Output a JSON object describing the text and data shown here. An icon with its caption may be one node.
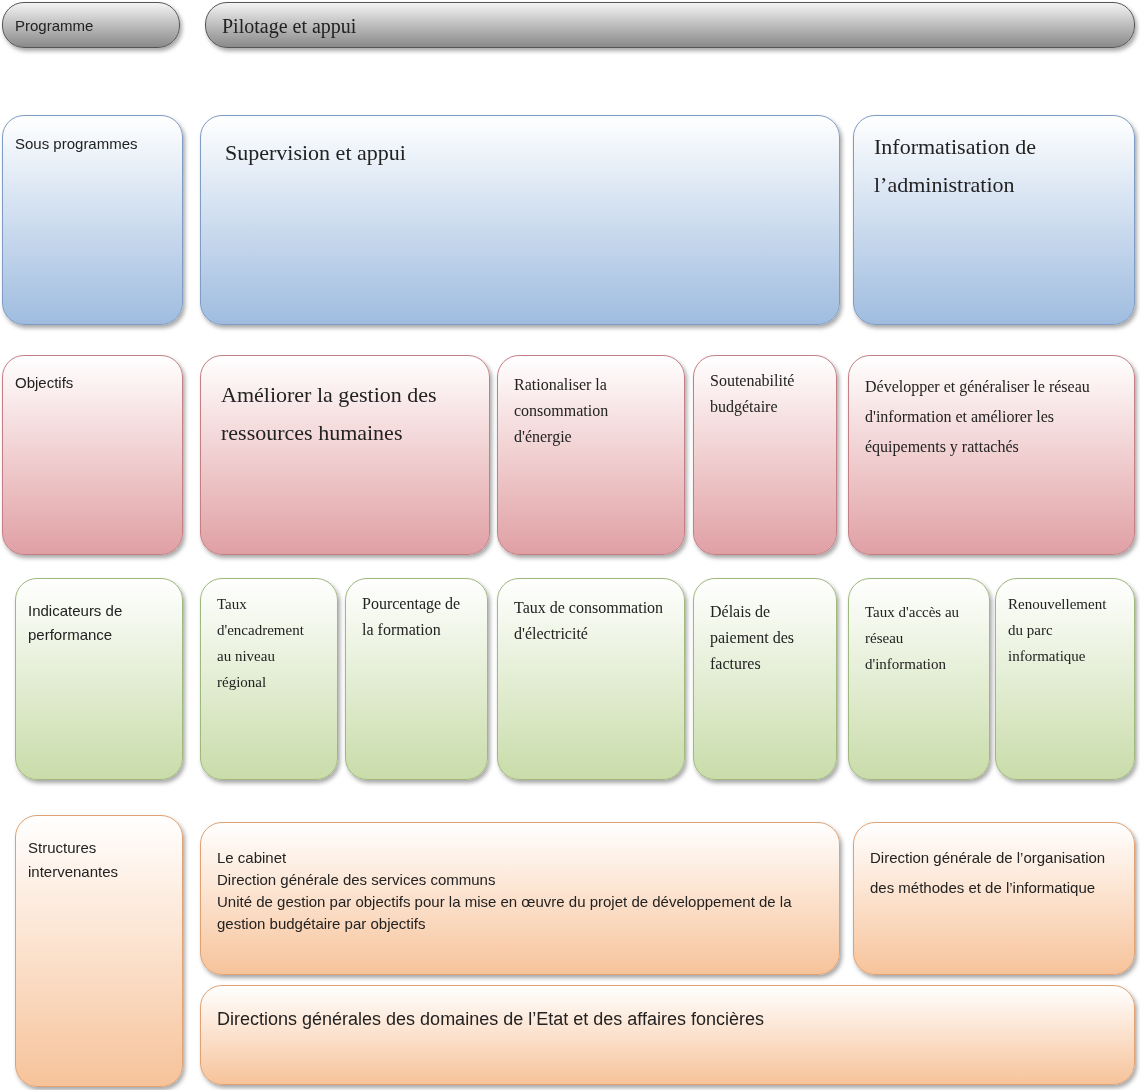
{
  "diagram": {
    "nodes": [
      {
        "text": [
          "Programme"
        ]
      },
      {
        "text": [
          "Pilotage et appui"
        ]
      },
      {
        "text": [
          "Sous programmes"
        ]
      },
      {
        "text": [
          "Supervision et appui"
        ]
      },
      {
        "text": [
          "Informatisation de l’administration"
        ]
      },
      {
        "text": [
          "Objectifs"
        ]
      },
      {
        "text": [
          "Améliorer la gestion des ressources humaines"
        ]
      },
      {
        "text": [
          "Rationaliser la consommation d'énergie"
        ]
      },
      {
        "text": [
          "Soutenabilité budgétaire"
        ]
      },
      {
        "text": [
          "Développer et généraliser le réseau d'information et améliorer les équipements y rattachés"
        ]
      },
      {
        "text": [
          "Indicateurs de performance"
        ]
      },
      {
        "text": [
          "Taux d'encadrement au niveau régional"
        ]
      },
      {
        "text": [
          "Pourcentage de la formation"
        ]
      },
      {
        "text": [
          "Taux de consommation d'électricité"
        ]
      },
      {
        "text": [
          "Délais de paiement des factures"
        ]
      },
      {
        "text": [
          "Taux d'accès au réseau d'information"
        ]
      },
      {
        "text": [
          "Renouvellement du parc informatique"
        ]
      },
      {
        "text": [
          "Structures intervenantes"
        ]
      },
      {
        "text": [
          "Le cabinet",
          "Direction générale des services communs",
          "Unité de gestion par objectifs pour la mise en œuvre du projet de développement de la gestion budgétaire par objectifs"
        ]
      },
      {
        "text": [
          "Direction générale de l’organisation des méthodes et de l’informatique"
        ]
      },
      {
        "text": [
          "Directions générales des domaines de l’Etat et des affaires foncières"
        ]
      }
    ]
  }
}
